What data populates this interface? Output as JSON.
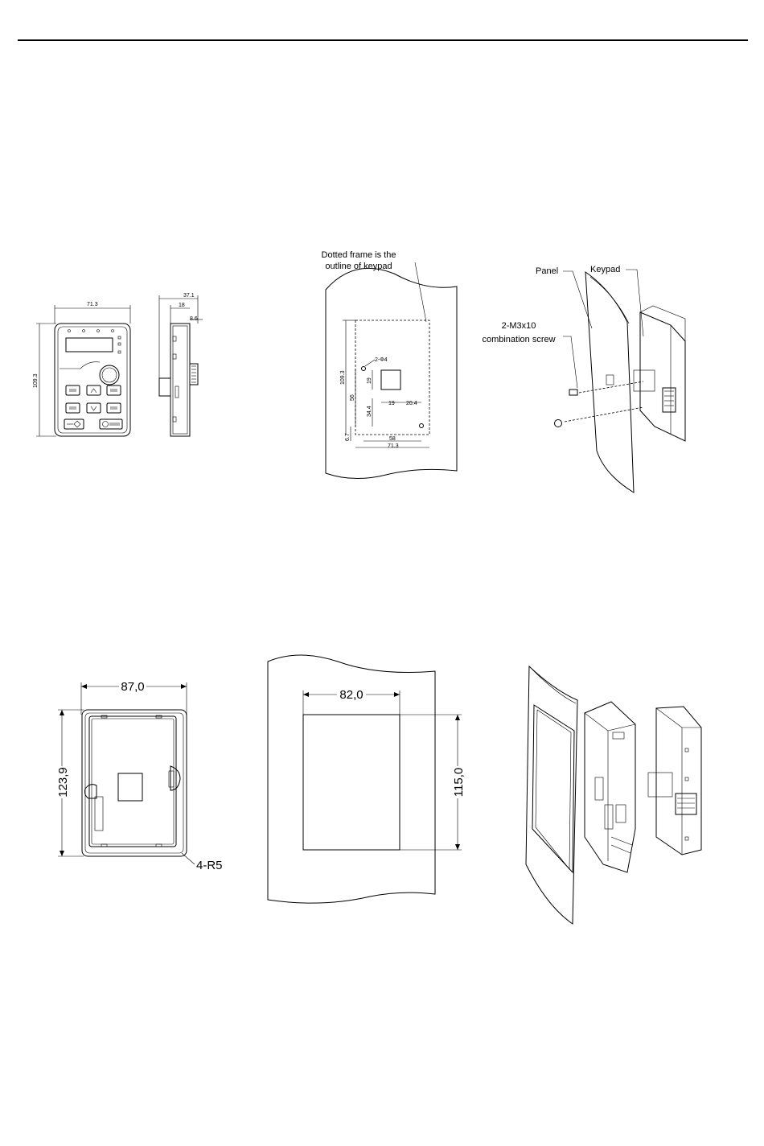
{
  "top_diagrams": {
    "front_view": {
      "width_dim": "71.3",
      "height_dim": "109.3"
    },
    "side_view": {
      "depth_dim": "37.1",
      "offset_dim": "18",
      "thickness_dim": "8.6"
    },
    "cutout": {
      "note_line1": "Dotted frame is the",
      "note_line2": "outline of keypad",
      "hole_label": "2-Φ4",
      "dims": [
        "109.3",
        "56",
        "19",
        "34.4",
        "6.7",
        "19",
        "20.4",
        "58",
        "71.3"
      ]
    },
    "assembly": {
      "panel_label": "Panel",
      "keypad_label": "Keypad",
      "screw_line1": "2-M3x10",
      "screw_line2": "combination screw"
    }
  },
  "bottom_diagrams": {
    "bracket": {
      "width_dim": "87,0",
      "height_dim": "123,9",
      "radius_label": "4-R5"
    },
    "cutout": {
      "width_dim": "82,0",
      "height_dim": "115,0"
    }
  }
}
